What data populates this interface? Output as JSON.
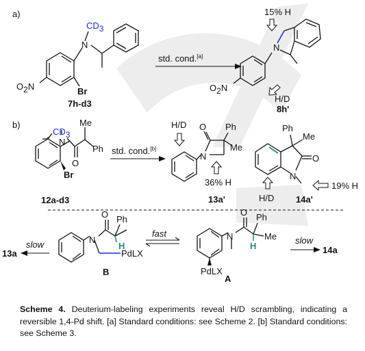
{
  "part_a": {
    "label": "a)",
    "substrate_label": "7h-d3",
    "product_label": "8h'",
    "condition": "std. cond.",
    "condition_ref": "[a]",
    "labels": {
      "cd3": "CD",
      "cd3_sub": "3",
      "n": "N",
      "o2n": "O",
      "o2n_sub": "2",
      "o2n_n": "N",
      "br": "Br",
      "n_product": "N",
      "o2n_product": "O",
      "o2n_product_n": "N",
      "h_pct": "15% H",
      "hd": "H/D"
    }
  },
  "part_b": {
    "label": "b)",
    "substrate_label": "12a-d3",
    "condition": "std. cond.",
    "condition_ref": "[b]",
    "product1_label": "13a'",
    "product2_label": "14a'",
    "labels": {
      "cd3": "CD",
      "cd3_sub": "3",
      "me": "Me",
      "n": "N",
      "o": "O",
      "ph": "Ph",
      "br": "Br",
      "hd_13": "H/D",
      "o_13": "O",
      "ph_13": "Ph",
      "n_13": "N",
      "me_13": "Me",
      "h36": "36% H",
      "ph_14": "Ph",
      "me_14": "Me",
      "o_14": "O",
      "n_14": "N",
      "h19": "19% H",
      "hd_14": "H/D"
    }
  },
  "mechanism": {
    "left_product": "13a",
    "right_product": "14a",
    "slow_left": "slow",
    "slow_right": "slow",
    "fast": "fast",
    "intermediate_b": "B",
    "intermediate_a": "A",
    "labels": {
      "o_b": "O",
      "ph_b": "Ph",
      "n_b": "N",
      "h_b": "H",
      "pdlx_b": "PdLX",
      "o_a": "O",
      "ph_a": "Ph",
      "n_a": "N",
      "me_a": "Me",
      "h_a": "H",
      "pdlx_a": "PdLX"
    }
  },
  "caption": {
    "title": "Scheme 4.",
    "text": " Deuterium-labeling experiments reveal H/D scrambling, indicating a reversible 1,4-Pd shift. [a] Standard conditions: see Scheme 2. [b] Standard conditions: see Scheme 3."
  },
  "colors": {
    "blue": "#1a2fd6",
    "teal": "#2a8a86",
    "watermark": "#eeeeee"
  }
}
